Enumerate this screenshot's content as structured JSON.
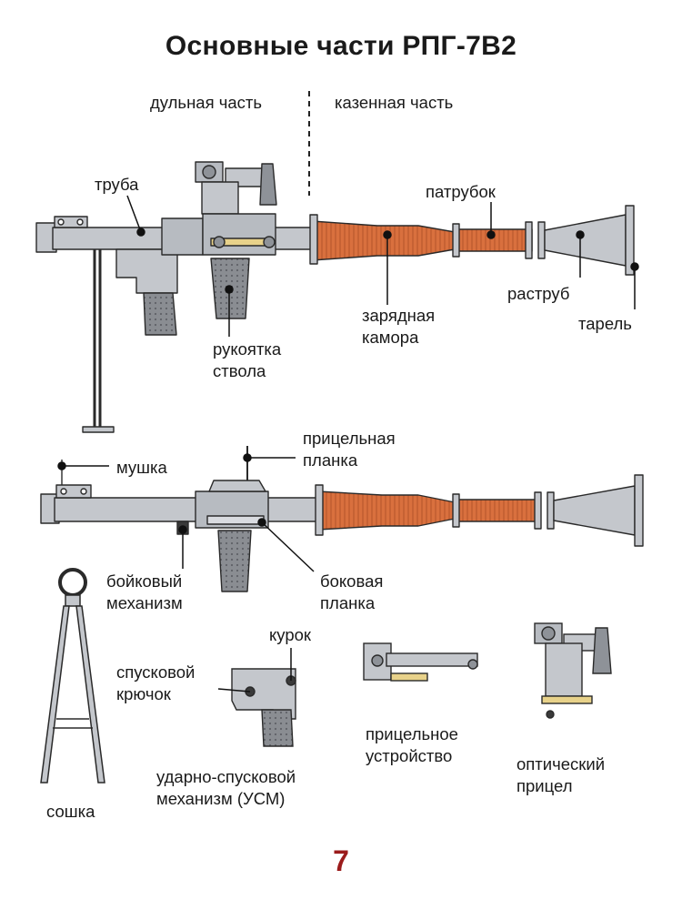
{
  "title": "Основные части РПГ-7В2",
  "sections": {
    "muzzle": "дульная часть",
    "breech": "казенная часть"
  },
  "labels": {
    "truba": "труба",
    "patrubok": "патрубок",
    "rastrub": "раструб",
    "tarel": "тарель",
    "zaryadnaya_kamora": "зарядная камора",
    "rukoyatka_stvola": "рукоятка ствола",
    "mushka": "мушка",
    "pricelnaya_planka": "прицельная планка",
    "boykovy_mekhanizm": "бойковый механизм",
    "bokovaya_planka": "боковая планка",
    "kurok": "курок",
    "spuskovoy_kryuchok": "спусковой крючок",
    "soshka": "сошка",
    "usm": "ударно-спусковой механизм (УСМ)",
    "pricelnoe_ustroystvo": "прицельное устройство",
    "opticheskiy_pricel": "оптический прицел"
  },
  "page_number": "7",
  "colors": {
    "metal": "#c4c7cc",
    "metal_dark": "#8e9298",
    "chamber": "#d9703e",
    "outline": "#2a2a2a",
    "grip": "#8a8d92",
    "page_number": "#9b1b1b"
  }
}
